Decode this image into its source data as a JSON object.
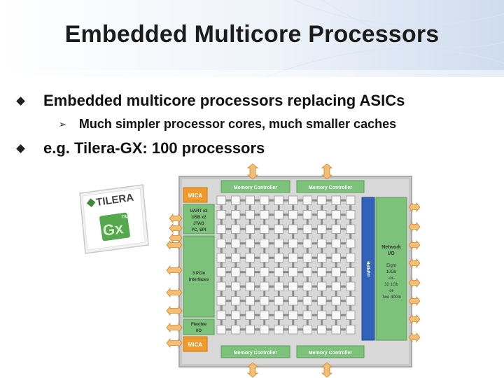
{
  "slide": {
    "title": "Embedded Multicore Processors",
    "bullets": [
      {
        "text": "Embedded multicore processors replacing ASICs",
        "sub": [
          {
            "text": "Much simpler processor cores, much smaller caches"
          }
        ]
      },
      {
        "text": "e.g. Tilera-GX: 100 processors"
      }
    ]
  },
  "chip_image": {
    "brand": "TILERA",
    "badge_line1": "TILE",
    "badge_line2": "Gx"
  },
  "diagram": {
    "memory_controllers": [
      "Memory Controller",
      "Memory Controller",
      "Memory Controller",
      "Memory Controller"
    ],
    "mica_top": "MiCA",
    "mica_bottom": "MiCA",
    "io_left": [
      "UART x2",
      "USB x2",
      "JTAG",
      "I²C, SPI"
    ],
    "pcie": [
      "3 PCIe",
      "Interfaces"
    ],
    "flexible_io": [
      "Flexible",
      "I/O"
    ],
    "mpipe": "mPIPE",
    "network": [
      "Network",
      "I/O"
    ],
    "network_opts": [
      "Eight",
      "10Gb",
      "-or-",
      "32 1Gb",
      "-or-",
      "Two 40Gb"
    ],
    "colors": {
      "green": "#7cc27a",
      "orange": "#ef9a2a",
      "blue": "#2f62b8",
      "frame": "#b8b8b8"
    }
  }
}
